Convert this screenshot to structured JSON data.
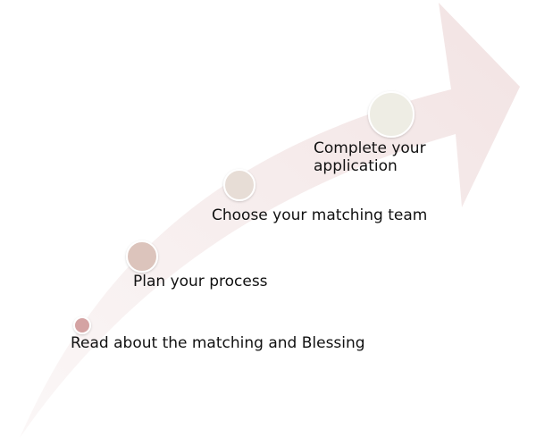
{
  "diagram": {
    "colors": {
      "arrow_fill": "#f2e3e3",
      "arrow_fill_light": "#fbf7f7",
      "dot_1": "#d4a3a3",
      "dot_2": "#dcc4bc",
      "dot_3": "#e7ddd6",
      "dot_4": "#eeede4",
      "dot_stroke": "#ffffff"
    },
    "steps": [
      {
        "label": "Read about the matching and Blessing"
      },
      {
        "label": "Plan your process"
      },
      {
        "label": "Choose your matching team"
      },
      {
        "label": "Complete your application"
      }
    ]
  }
}
